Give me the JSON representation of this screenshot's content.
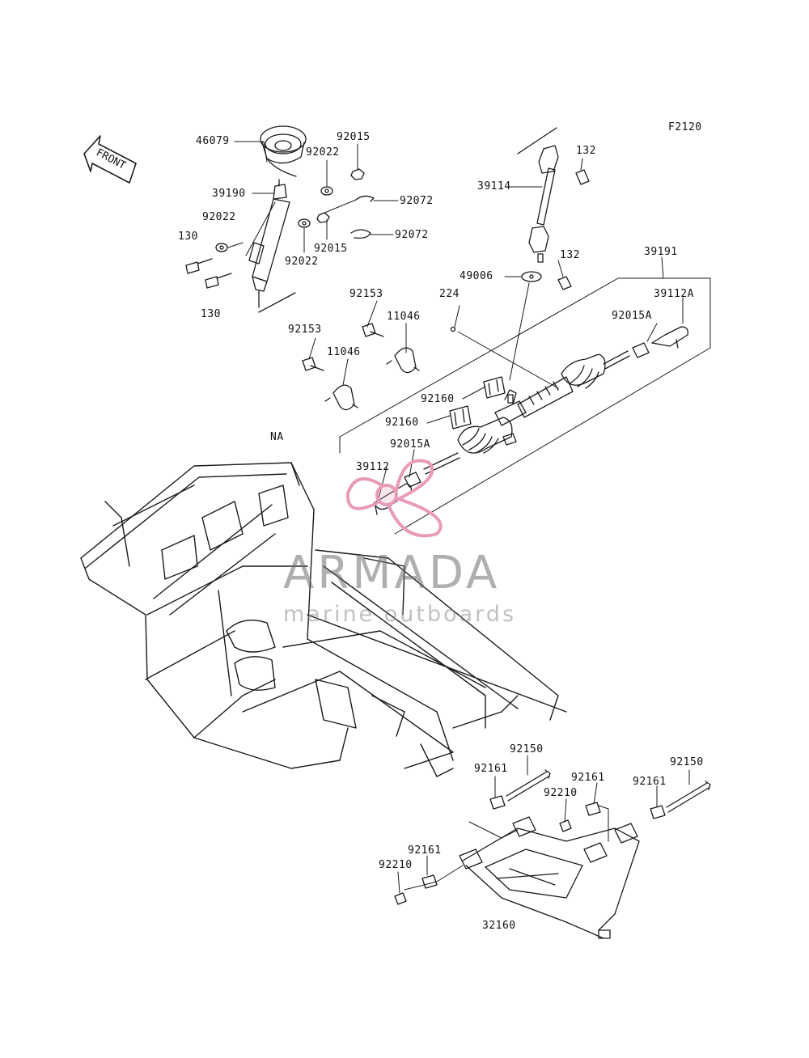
{
  "diagram": {
    "figure_code": "F2120",
    "front_arrow_label": "FRONT",
    "na_label": "NA",
    "part_labels": {
      "p46079": "46079",
      "p92015_top": "92015",
      "p92022_top": "92022",
      "p39190": "39190",
      "p92072_a": "92072",
      "p92022_left": "92022",
      "p130_top": "130",
      "p92072_b": "92072",
      "p92015_mid": "92015",
      "p92022_mid": "92022",
      "p130_bottom": "130",
      "p132_top": "132",
      "p39114": "39114",
      "p132_bottom": "132",
      "p49006": "49006",
      "p39191": "39191",
      "p39112A": "39112A",
      "p92153_a": "92153",
      "p224": "224",
      "p92015A_right": "92015A",
      "p11046_a": "11046",
      "p92153_b": "92153",
      "p11046_b": "11046",
      "p92160_a": "92160",
      "p92160_b": "92160",
      "p92015A_left": "92015A",
      "p39112": "39112",
      "p92150_a": "92150",
      "p92161_a": "92161",
      "p92161_b": "92161",
      "p92210_a": "92210",
      "p92150_b": "92150",
      "p92161_c": "92161",
      "p92161_d": "92161",
      "p92210_b": "92210",
      "p32160": "32160"
    }
  },
  "watermark": {
    "brand": "ARMADA",
    "tagline": "marine outboards",
    "logo_icon": "propeller-icon",
    "logo_color": "#e89ab8"
  }
}
